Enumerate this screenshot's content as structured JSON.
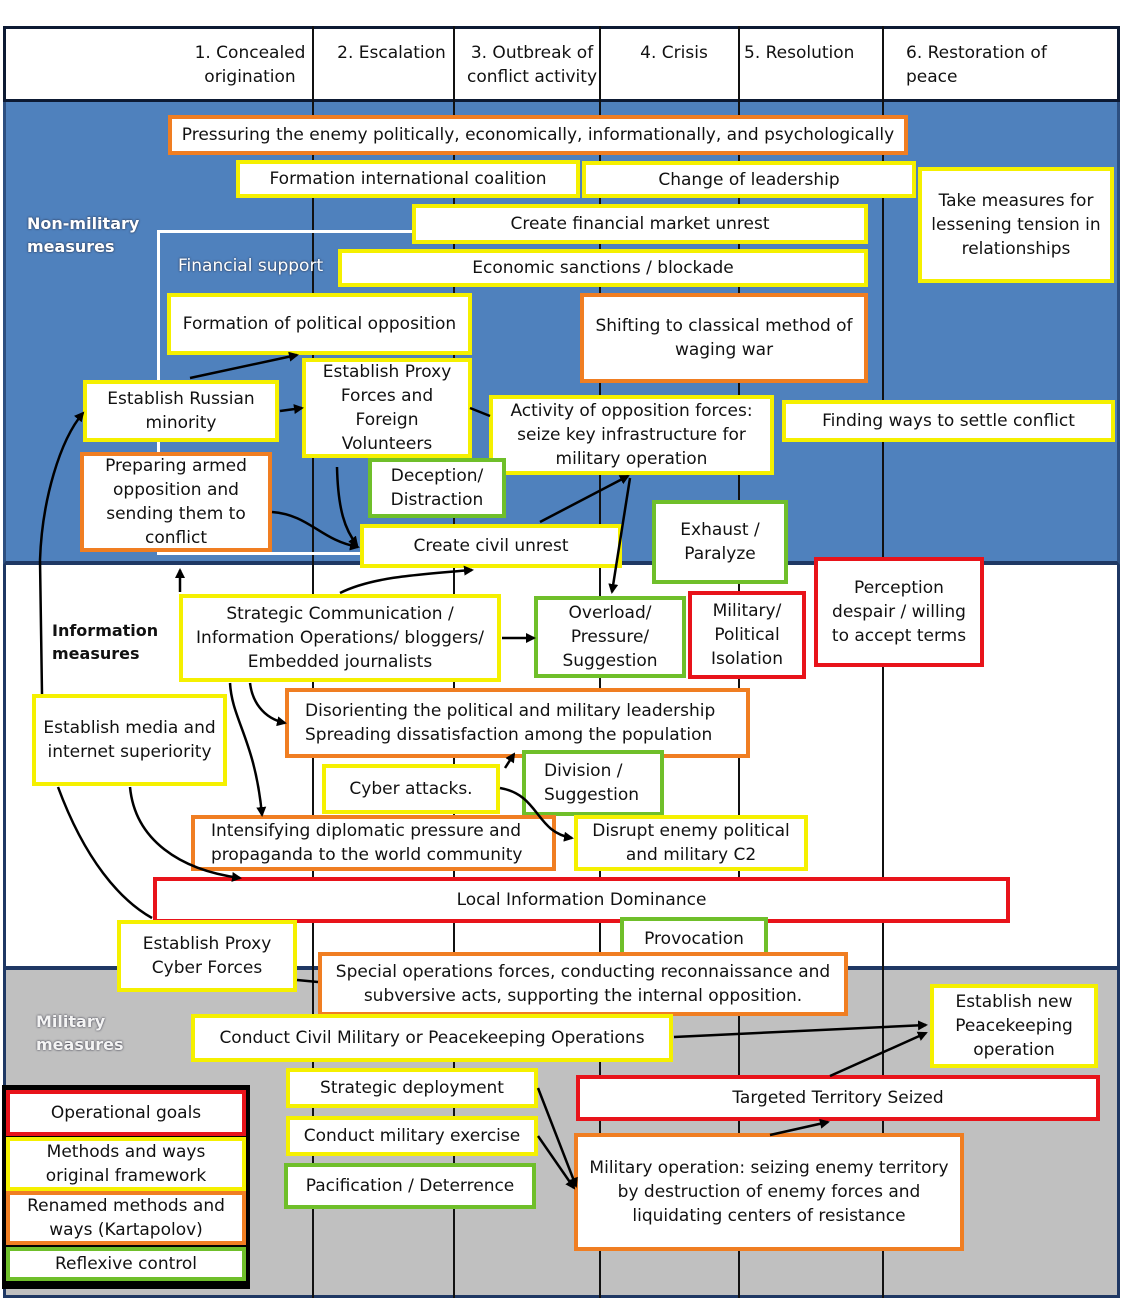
{
  "phases": [
    {
      "label": "1. Concealed origination"
    },
    {
      "label": "2. Escalation"
    },
    {
      "label": "3. Outbreak of conflict activity"
    },
    {
      "label": "4. Crisis"
    },
    {
      "label": "5. Resolution"
    },
    {
      "label": "6. Restoration of peace"
    }
  ],
  "bands": {
    "non_military": "Non-military measures",
    "financial_support": "Financial support",
    "information": "Information measures",
    "military": "Military measures"
  },
  "colors": {
    "operational_goal": "#e8131a",
    "original_method": "#f5f000",
    "renamed_method": "#f07e22",
    "reflexive_control": "#6fbf2a",
    "non_military_band": "#4f81bd",
    "information_band": "#ffffff",
    "military_band": "#c0c0c0"
  },
  "boxes": {
    "pressuring": "Pressuring the enemy politically, economically, informationally, and psychologically",
    "coalition": "Formation international coalition",
    "leadership_change": "Change of leadership",
    "lessening_tension": "Take measures for lessening tension in relationships",
    "financial_unrest": "Create financial market unrest",
    "sanctions": "Economic sanctions / blockade",
    "political_opposition": "Formation of political opposition",
    "classical_war": "Shifting to classical method of waging war",
    "russian_minority": "Establish Russian minority",
    "proxy_forces": "Establish Proxy Forces and Foreign Volunteers",
    "opposition_activity": "Activity of opposition forces: seize key infrastructure for military operation",
    "settle_conflict": "Finding ways to settle conflict",
    "armed_opposition": "Preparing armed opposition and sending them to conflict",
    "deception": "Deception/ Distraction",
    "civil_unrest": "Create civil unrest",
    "exhaust": "Exhaust / Paralyze",
    "perception_despair": "Perception despair / willing to accept terms",
    "strategic_comm": "Strategic Communication / Information Operations/ bloggers/ Embedded journalists",
    "overload": "Overload/ Pressure/ Suggestion",
    "isolation": "Military/ Political Isolation",
    "media_superiority": "Establish media and internet superiority",
    "disorienting": "Disorienting the political and military leadership Spreading dissatisfaction  among the population",
    "cyber_attacks": "Cyber attacks.",
    "division": "Division / Suggestion",
    "diplomatic_pressure": "Intensifying diplomatic pressure and propaganda to the world community",
    "disrupt_c2": "Disrupt enemy political and military C2",
    "info_dominance": "Local Information Dominance",
    "proxy_cyber": "Establish Proxy Cyber Forces",
    "provocation": "Provocation",
    "special_ops": "Special operations forces, conducting reconnaissance and subversive acts, supporting the internal opposition.",
    "civil_military_ops": "Conduct Civil Military or Peacekeeping Operations",
    "new_peacekeeping": "Establish new Peacekeeping operation",
    "strategic_deployment": "Strategic deployment",
    "territory_seized": "Targeted Territory Seized",
    "military_exercise": "Conduct military exercise",
    "pacification": "Pacification / Deterrence",
    "military_operation": "Military operation:  seizing enemy territory by destruction of enemy forces and liquidating centers of resistance"
  },
  "legend": [
    {
      "label": "Operational goals",
      "kind": "red"
    },
    {
      "label": "Methods and ways original framework",
      "kind": "yellow"
    },
    {
      "label": "Renamed methods and ways (Kartapolov)",
      "kind": "orange"
    },
    {
      "label": "Reflexive control",
      "kind": "green"
    }
  ]
}
